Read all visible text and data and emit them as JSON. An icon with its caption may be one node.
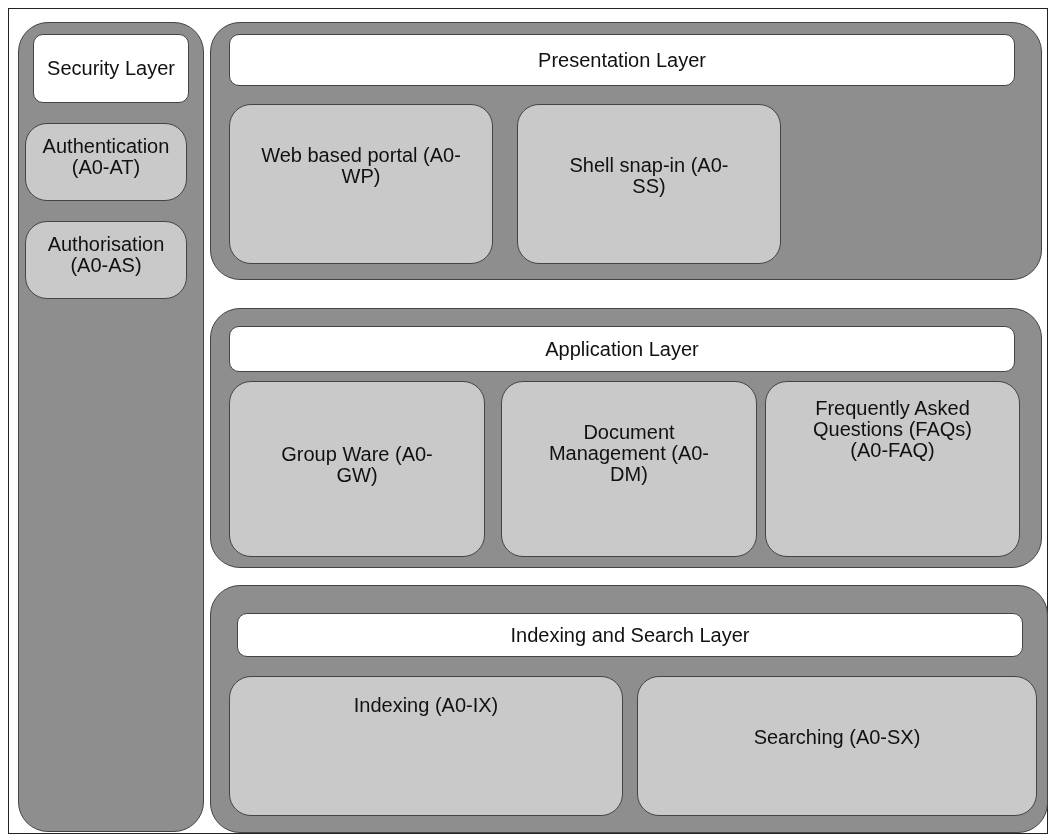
{
  "diagram": {
    "nodes": [
      {
        "text": [
          "Security Layer"
        ]
      },
      {
        "text": [
          "Authentication (A0-AT)"
        ],
        "in": 0
      },
      {
        "text": [
          "Authorisation (A0-AS)"
        ],
        "in": 0
      },
      {
        "text": [
          "Presentation Layer"
        ]
      },
      {
        "text": [
          "Web based portal (A0-WP)"
        ],
        "in": 3
      },
      {
        "text": [
          "Shell snap-in (A0-SS)"
        ],
        "in": 3
      },
      {
        "text": [
          "Application Layer"
        ]
      },
      {
        "text": [
          "Group Ware (A0-GW)"
        ],
        "in": 6
      },
      {
        "text": [
          "Document Management (A0-DM)"
        ],
        "in": 6
      },
      {
        "text": [
          "Frequently Asked Questions (FAQs) (A0-FAQ)"
        ],
        "in": 6
      },
      {
        "text": [
          "Indexing and Search Layer"
        ]
      },
      {
        "text": [
          "Indexing (A0-IX)"
        ],
        "in": 10
      },
      {
        "text": [
          "Searching (A0-SX)"
        ],
        "in": 10
      }
    ]
  }
}
